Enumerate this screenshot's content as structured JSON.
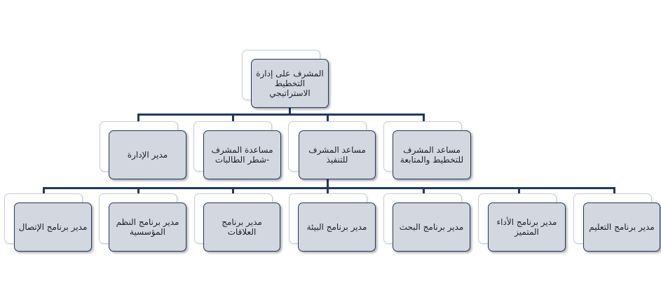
{
  "chart": {
    "root": {
      "label": "المشرف على إدارة\nالتخطيط\nالاستراتيجي"
    },
    "level2": [
      {
        "label": "مساعد المشرف\nللتخطيط والمتابعة"
      },
      {
        "label": "مساعد المشرف\nللتنفيذ"
      },
      {
        "label": "مساعدة المشرف\n-شطر الطالبات"
      },
      {
        "label": "مدير الإدارة"
      }
    ],
    "level3": [
      {
        "label": "مدير برنامج التعليم"
      },
      {
        "label": "مدير برنامج الأداء\nالمتميز"
      },
      {
        "label": "مدير برنامج البحث"
      },
      {
        "label": "مدير برنامج البيئة"
      },
      {
        "label": "مدير برنامج\nالعلاقات"
      },
      {
        "label": "مدير برنامج النظم\nالمؤسسية"
      },
      {
        "label": "مدير برنامج الإتصال"
      }
    ],
    "colors": {
      "box_fill": "#d3d7e0",
      "box_border": "#243a5a",
      "connector": "#1f3a5f"
    }
  }
}
